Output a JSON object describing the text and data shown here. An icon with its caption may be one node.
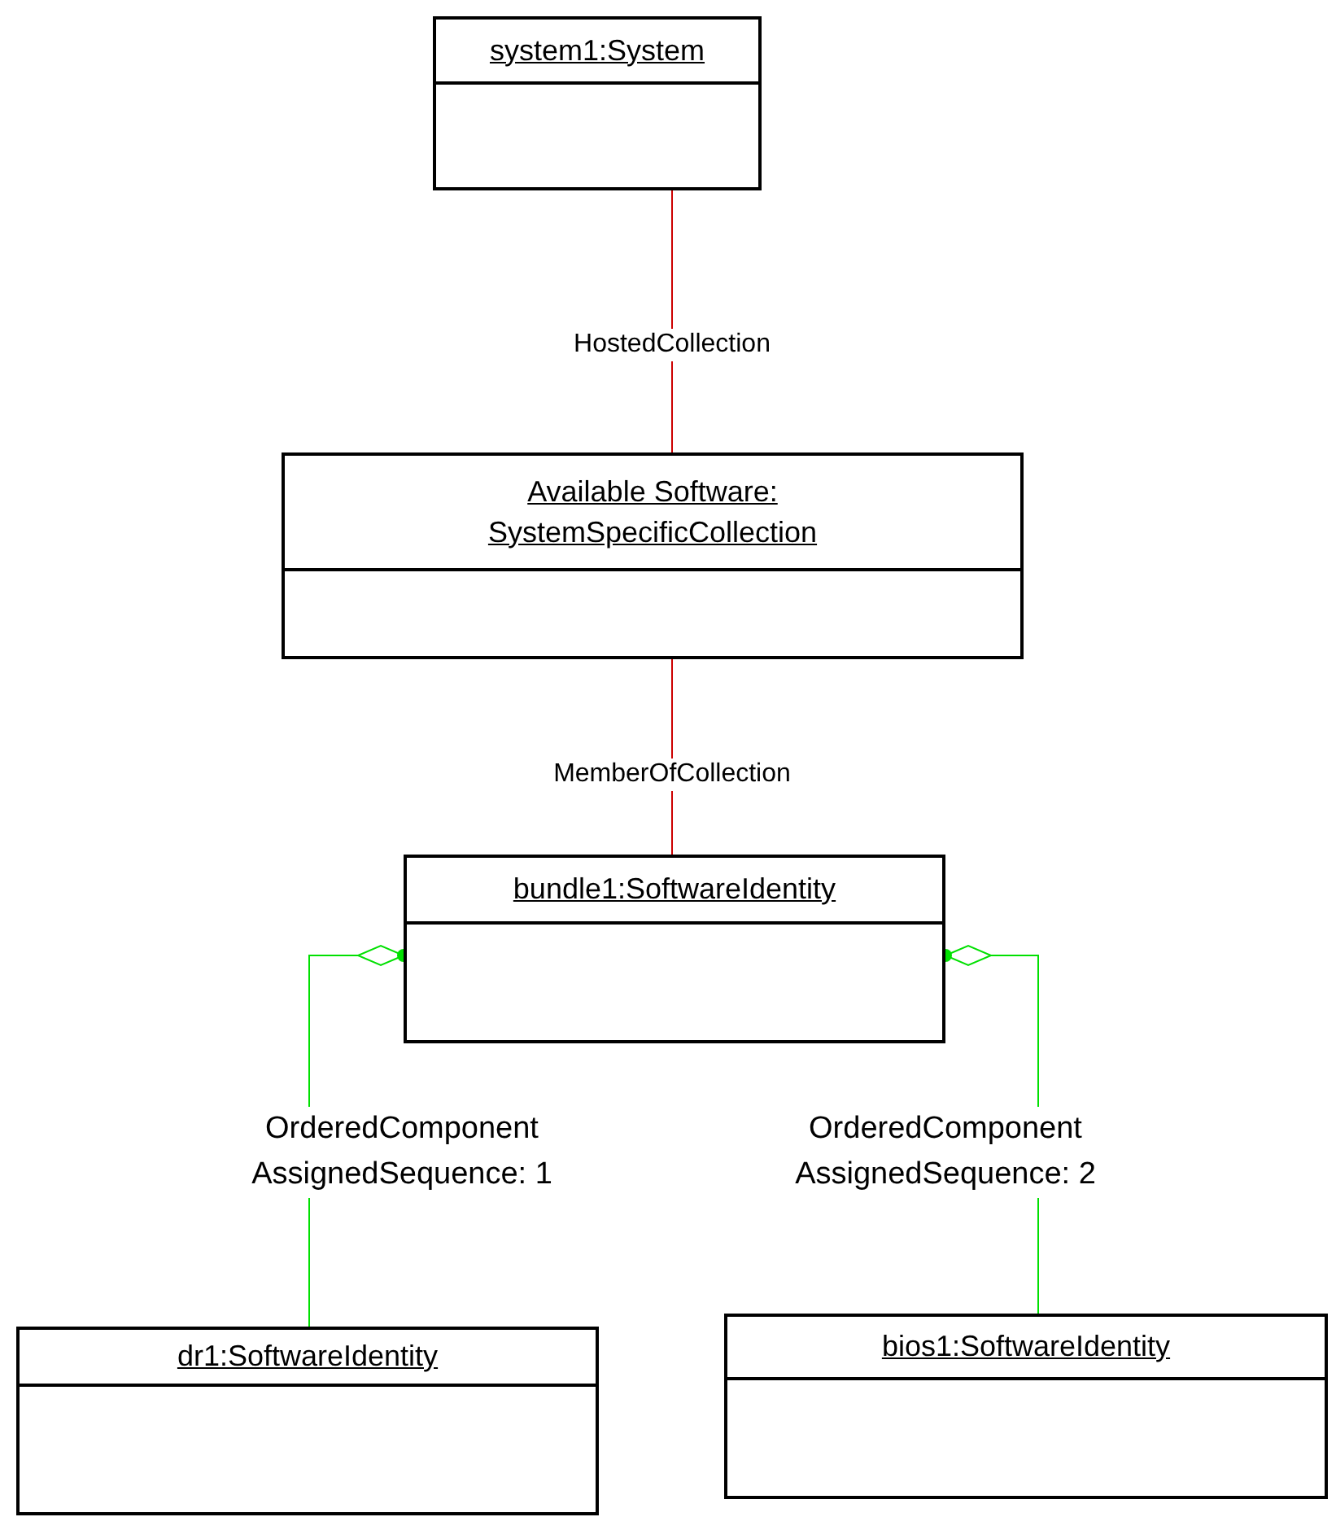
{
  "diagram": {
    "nodes": [
      {
        "text": [
          "system1:System"
        ]
      },
      {
        "text": [
          "Available Software: SystemSpecificCollection"
        ]
      },
      {
        "text": [
          "bundle1:SoftwareIdentity"
        ]
      },
      {
        "text": [
          "dr1:SoftwareIdentity"
        ]
      },
      {
        "text": [
          "bios1:SoftwareIdentity"
        ]
      }
    ],
    "edges": [
      {
        "from": 0,
        "to": 1,
        "arrow": "none",
        "label": "HostedCollection",
        "color": "#cc0000"
      },
      {
        "from": 1,
        "to": 2,
        "arrow": "none",
        "label": "MemberOfCollection",
        "color": "#cc0000"
      },
      {
        "from": 2,
        "to": 3,
        "arrow": "other",
        "label": "OrderedComponent AssignedSequence: 1",
        "color": "#00e000"
      },
      {
        "from": 2,
        "to": 4,
        "arrow": "other",
        "label": "OrderedComponent AssignedSequence: 2",
        "color": "#00e000"
      }
    ]
  }
}
